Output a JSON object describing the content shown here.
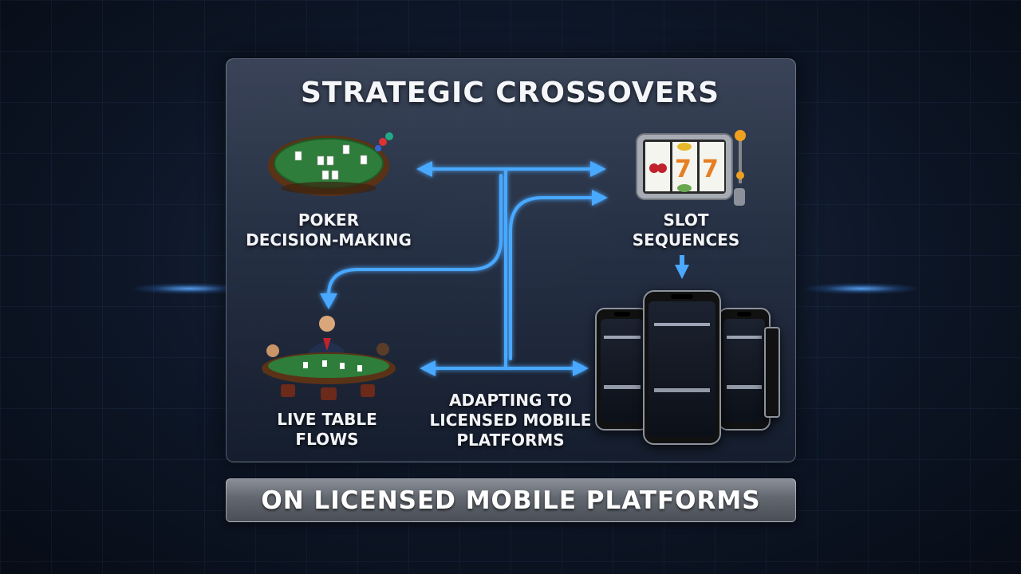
{
  "title": "STRATEGIC CROSSOVERS",
  "nodes": {
    "poker": [
      "POKER",
      "DECISION-MAKING"
    ],
    "slot": [
      "SLOT",
      "SEQUENCES"
    ],
    "live": [
      "LIVE TABLE",
      "FLOWS"
    ],
    "mobile": [
      "ADAPTING TO",
      "LICENSED MOBILE",
      "PLATFORMS"
    ]
  },
  "footer": "ON LICENSED MOBILE PLATFORMS",
  "icons": [
    "poker-table-icon",
    "slot-machine-icon",
    "live-dealer-table-icon",
    "mobile-phones-icon"
  ],
  "colors": {
    "accent": "#4aa8ff",
    "felt": "#2e7d3a",
    "panel": "#2a3448"
  }
}
